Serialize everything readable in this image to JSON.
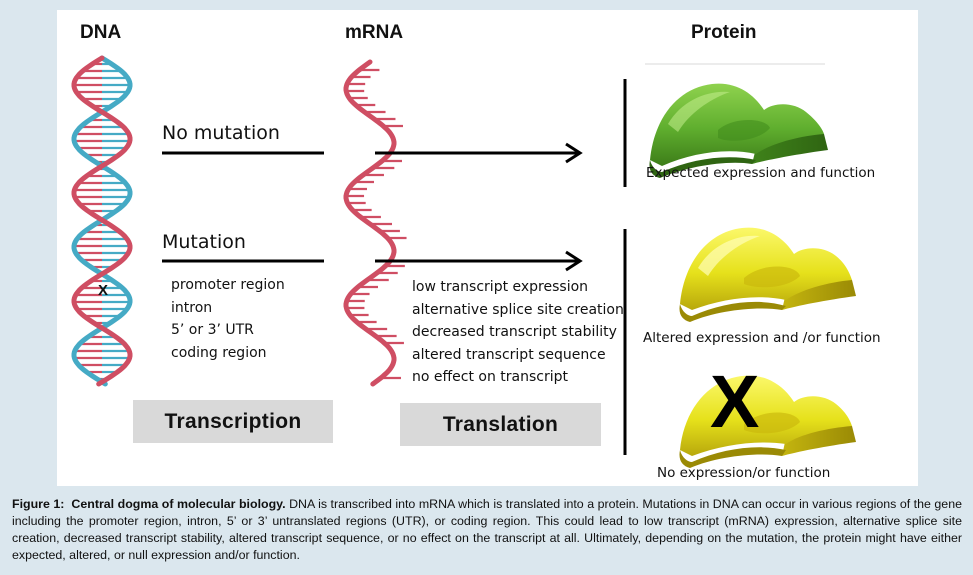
{
  "headers": {
    "dna": "DNA",
    "mrna": "mRNA",
    "protein": "Protein"
  },
  "rows": {
    "no_mutation": "No mutation",
    "mutation": "Mutation"
  },
  "mutation_mark": "X",
  "mutation_regions": [
    "promoter region",
    "intron",
    "5’ or 3’ UTR",
    "coding region"
  ],
  "transcript_effects": [
    "low transcript expression",
    "alternative splice site creation",
    "decreased transcript stability",
    "altered transcript sequence",
    "no effect on transcript"
  ],
  "process_labels": {
    "transcription": "Transcription",
    "translation": "Translation"
  },
  "protein_outcomes": {
    "expected": "Expected expression and function",
    "altered": "Altered expression and /or function",
    "none": "No expression/or function",
    "null_mark": "X"
  },
  "colors": {
    "dna_strand_1": "#cf4e63",
    "dna_strand_2": "#45aac5",
    "mrna_strand": "#cf4e63",
    "protein_expected": "#5fae2e",
    "protein_altered": "#e6e11b",
    "background": "#dbe7ee"
  },
  "caption": {
    "label": "Figure 1:",
    "title": "Central dogma of molecular biology.",
    "text": "DNA is transcribed into mRNA which is translated into a protein. Mutations in DNA can occur in various regions of the gene including the promoter region, intron, 5’ or 3’ untranslated regions (UTR), or coding region. This could lead to low transcript (mRNA) expression, alternative splice site creation, decreased transcript stability, altered transcript sequence, or no effect on the transcript at all. Ultimately, depending on the mutation, the protein might have either expected, altered, or null expression and/or function."
  }
}
